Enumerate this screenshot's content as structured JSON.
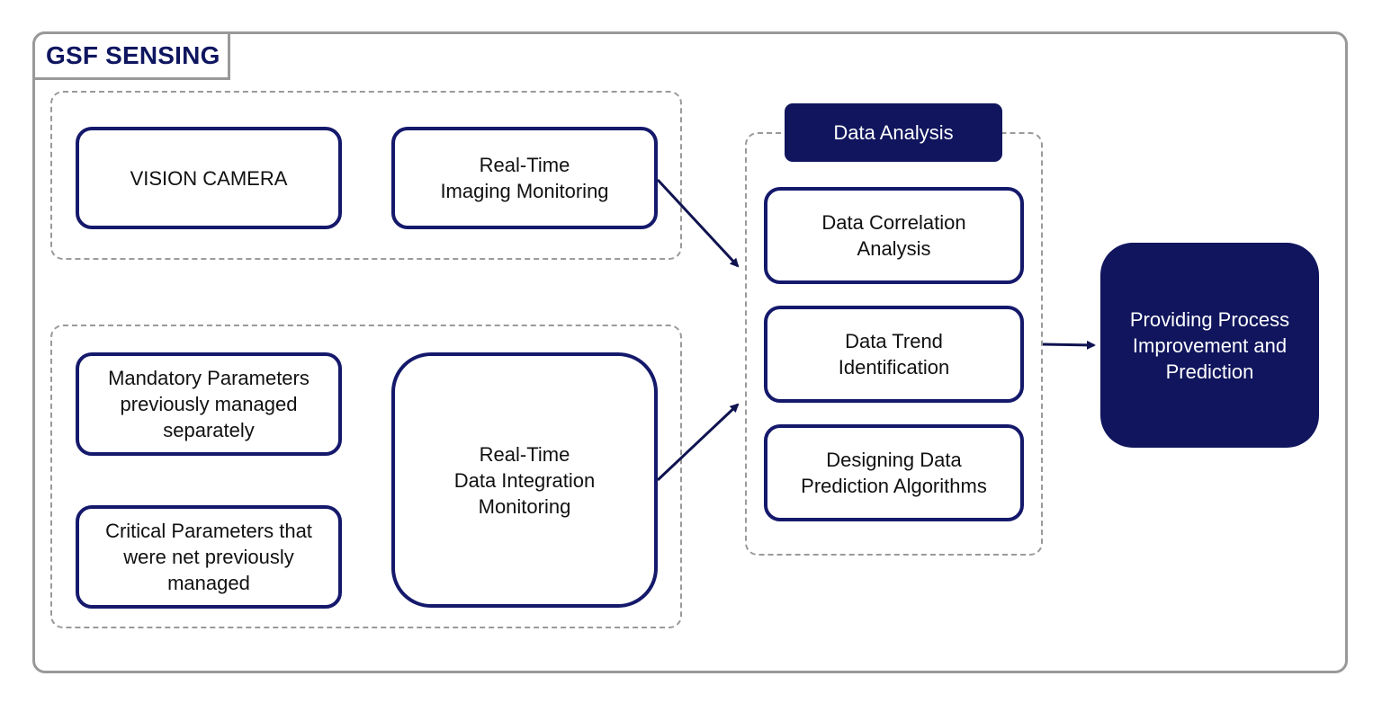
{
  "header": {
    "brand": "GSF SENSING"
  },
  "vision_group": {
    "camera": "VISION CAMERA",
    "imaging": "Real-Time\nImaging Monitoring"
  },
  "parameters_group": {
    "mandatory": "Mandatory Parameters\npreviously managed\nseparately",
    "critical": "Critical Parameters that\nwere net previously\nmanaged",
    "integration": "Real-Time\nData Integration\nMonitoring"
  },
  "analysis": {
    "title": "Data Analysis",
    "items": [
      "Data Correlation\nAnalysis",
      "Data Trend\nIdentification",
      "Designing Data\nPrediction Algorithms"
    ]
  },
  "result": {
    "label": "Providing Process\nImprovement and\nPrediction"
  },
  "colors": {
    "navy": "#10155d",
    "box_border": "#15196b",
    "frame_gray": "#999999"
  }
}
